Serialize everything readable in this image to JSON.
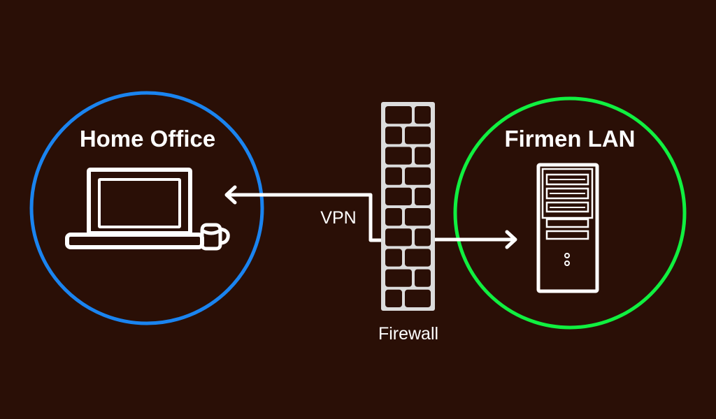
{
  "diagram": {
    "title": "VPN connection from home office to company LAN",
    "background_color": "#2a0f06",
    "nodes": {
      "home_office": {
        "label": "Home Office",
        "ring_color": "#1a84f0",
        "icons": [
          "laptop-icon",
          "mug-icon"
        ]
      },
      "firewall": {
        "label": "Firewall",
        "color": "#dcdcdc",
        "icon": "brick-wall-icon"
      },
      "company_lan": {
        "label": "Firmen LAN",
        "ring_color": "#10f040",
        "icon": "server-tower-icon"
      }
    },
    "edges": [
      {
        "from": "firewall",
        "to": "home_office",
        "label": "VPN",
        "direction": "to-home-office"
      },
      {
        "from": "firewall",
        "to": "company_lan",
        "label": "",
        "direction": "to-company-lan"
      }
    ],
    "line_color": "#ffffff"
  }
}
